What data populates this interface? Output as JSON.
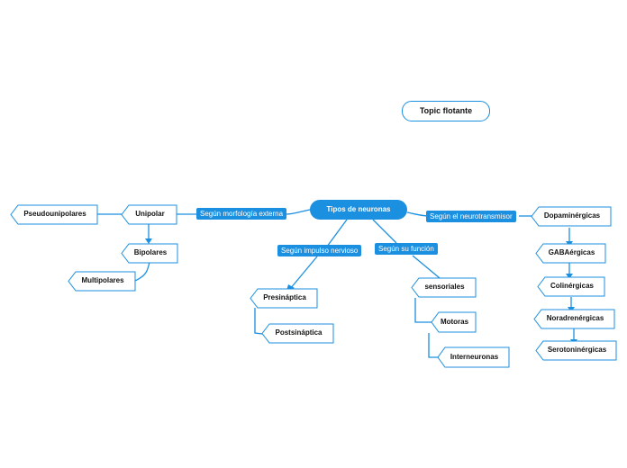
{
  "root": {
    "label": "Tipos de neuronas"
  },
  "floating_topic": "Topic flotante",
  "branches": {
    "morfologia": "Según morfología externa",
    "impulso": "Según impulso nervioso",
    "funcion": "Según su función",
    "neurotransmisor": "Según el neurotransmisor"
  },
  "nodes": {
    "pseudounipolares": "Pseudounipolares",
    "unipolar": "Unipolar",
    "bipolares": "Bipolares",
    "multipolares": "Multipolares",
    "presinaptica": "Presináptica",
    "postsinaptica": "Postsináptica",
    "sensoriales": "sensoriales",
    "motoras": "Motoras",
    "interneuronas": "Interneuronas",
    "dopaminergicas": "Dopaminérgicas",
    "gabaergicas": "GABAérgicas",
    "colinergicas": "Colinérgicas",
    "noradrenergicas": "Noradrenérgicas",
    "serotoninergicas": "Serotoninérgicas"
  },
  "colors": {
    "accent": "#1b8fe0"
  }
}
